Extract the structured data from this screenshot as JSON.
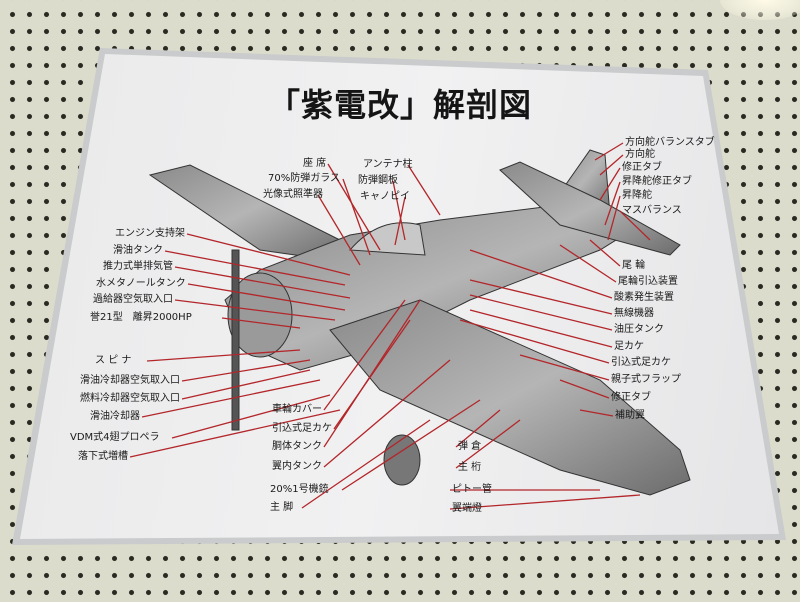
{
  "title": "「紫電改」解剖図",
  "colors": {
    "leader_line": "#b3262a",
    "board": "#efefef",
    "pegboard": "#dcdccc"
  },
  "labels_left": [
    "エンジン支持架",
    "滑油タンク",
    "推力式単排気管",
    "水メタノールタンク",
    "過給器空気取入口",
    "誉21型　離昇2000HP",
    "ス ピ ナ",
    "滑油冷却器空気取入口",
    "燃料冷却器空気取入口",
    "滑油冷却器",
    "VDM式4翅プロペラ",
    "落下式増槽"
  ],
  "labels_top": [
    "座 席",
    "70%防弾ガラス",
    "光像式照準器",
    "アンテナ柱",
    "防弾鋼板",
    "キャノピイ"
  ],
  "labels_top_right": [
    "方向舵バランスタブ",
    "方向舵",
    "修正タブ",
    "昇降舵修正タブ",
    "昇降舵",
    "マスバランス"
  ],
  "labels_right": [
    "尾 輪",
    "尾輪引込装置",
    "酸素発生装置",
    "無線機器",
    "油圧タンク",
    "足カケ",
    "引込式足カケ",
    "親子式フラップ",
    "修正タブ",
    "補助翼"
  ],
  "labels_bottom_center": [
    "車輪カバー",
    "引込式足カケ",
    "胴体タンク",
    "翼内タンク",
    "20%1号機銃",
    "主 脚"
  ],
  "labels_bottom_right": [
    "弾 倉",
    "主 桁",
    "ピトー管",
    "翼端燈"
  ]
}
